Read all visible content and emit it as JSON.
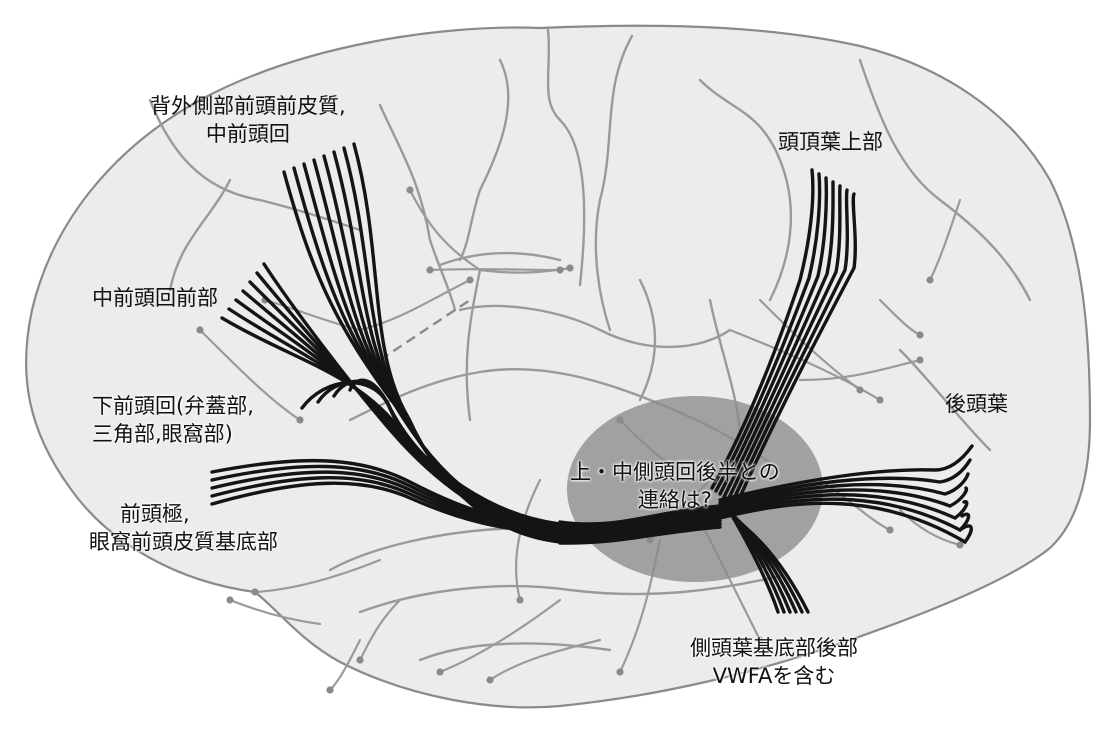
{
  "labels": {
    "dlpfc": [
      "背外側部前頭前皮質,",
      "中前頭回"
    ],
    "superior_parietal": [
      "頭頂葉上部"
    ],
    "mfg_anterior": [
      "中前頭回前部"
    ],
    "ifg": [
      "下前頭回(弁蓋部,",
      "三角部,眼窩部)"
    ],
    "occipital": [
      "後頭葉"
    ],
    "stg_mtg": [
      "上・中側頭回後半との",
      "連絡は?"
    ],
    "frontal_pole": [
      "前頭極,",
      "眼窩前頭皮質基底部"
    ],
    "basal_temporal": [
      "側頭葉基底部後部",
      "VWFAを含む"
    ]
  },
  "colors": {
    "brain_fill": "#ececec",
    "outline": "#8a8a8a",
    "sulci": "#9a9a9a",
    "fiber": "#141414",
    "highlight": "#8c8c8c",
    "text": "#111111"
  }
}
